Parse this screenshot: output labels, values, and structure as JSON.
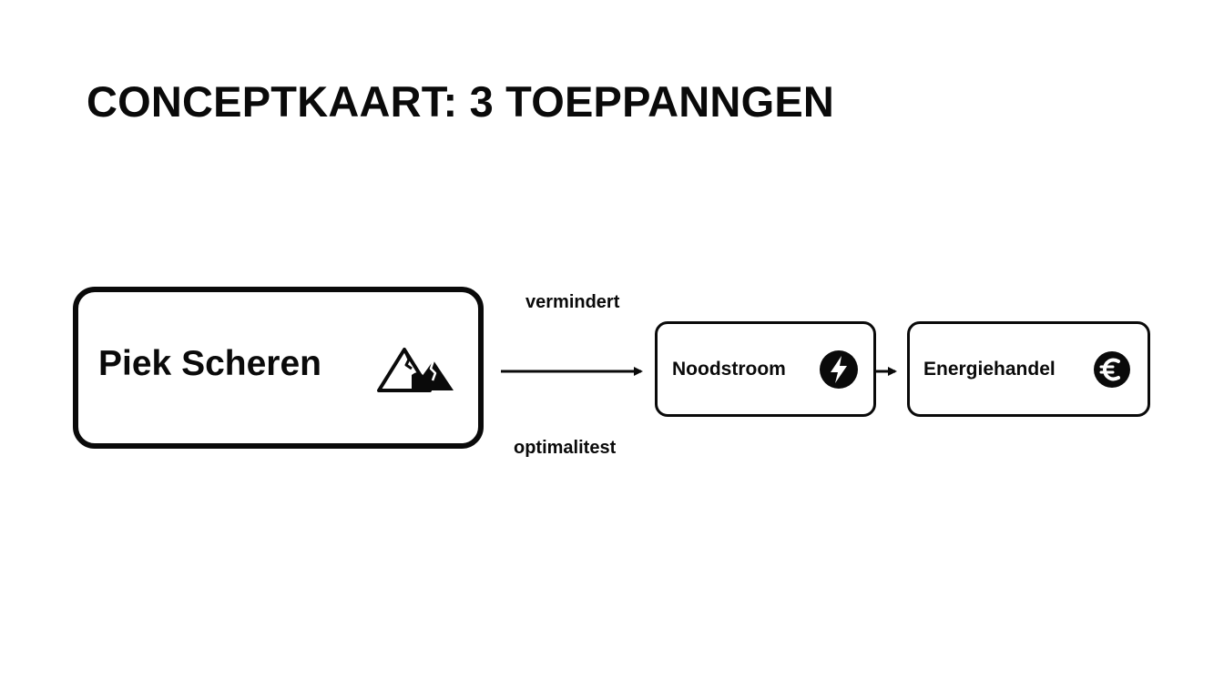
{
  "diagram": {
    "title": "CONCEPTKAART: 3 TOEPPANNGEN",
    "nodes": [
      {
        "id": "piek",
        "label": "Piek Scheren",
        "icon": "mountain-icon"
      },
      {
        "id": "nood",
        "label": "Noodstroom",
        "icon": "lightning-icon"
      },
      {
        "id": "energie",
        "label": "Energiehandel",
        "icon": "euro-icon"
      }
    ],
    "edges": [
      {
        "from": "piek",
        "to": "nood",
        "label_top": "vermindert",
        "label_bottom": "optimalitest"
      },
      {
        "from": "nood",
        "to": "energie"
      }
    ],
    "colors": {
      "stroke": "#0a0a0a",
      "background": "#ffffff"
    }
  }
}
